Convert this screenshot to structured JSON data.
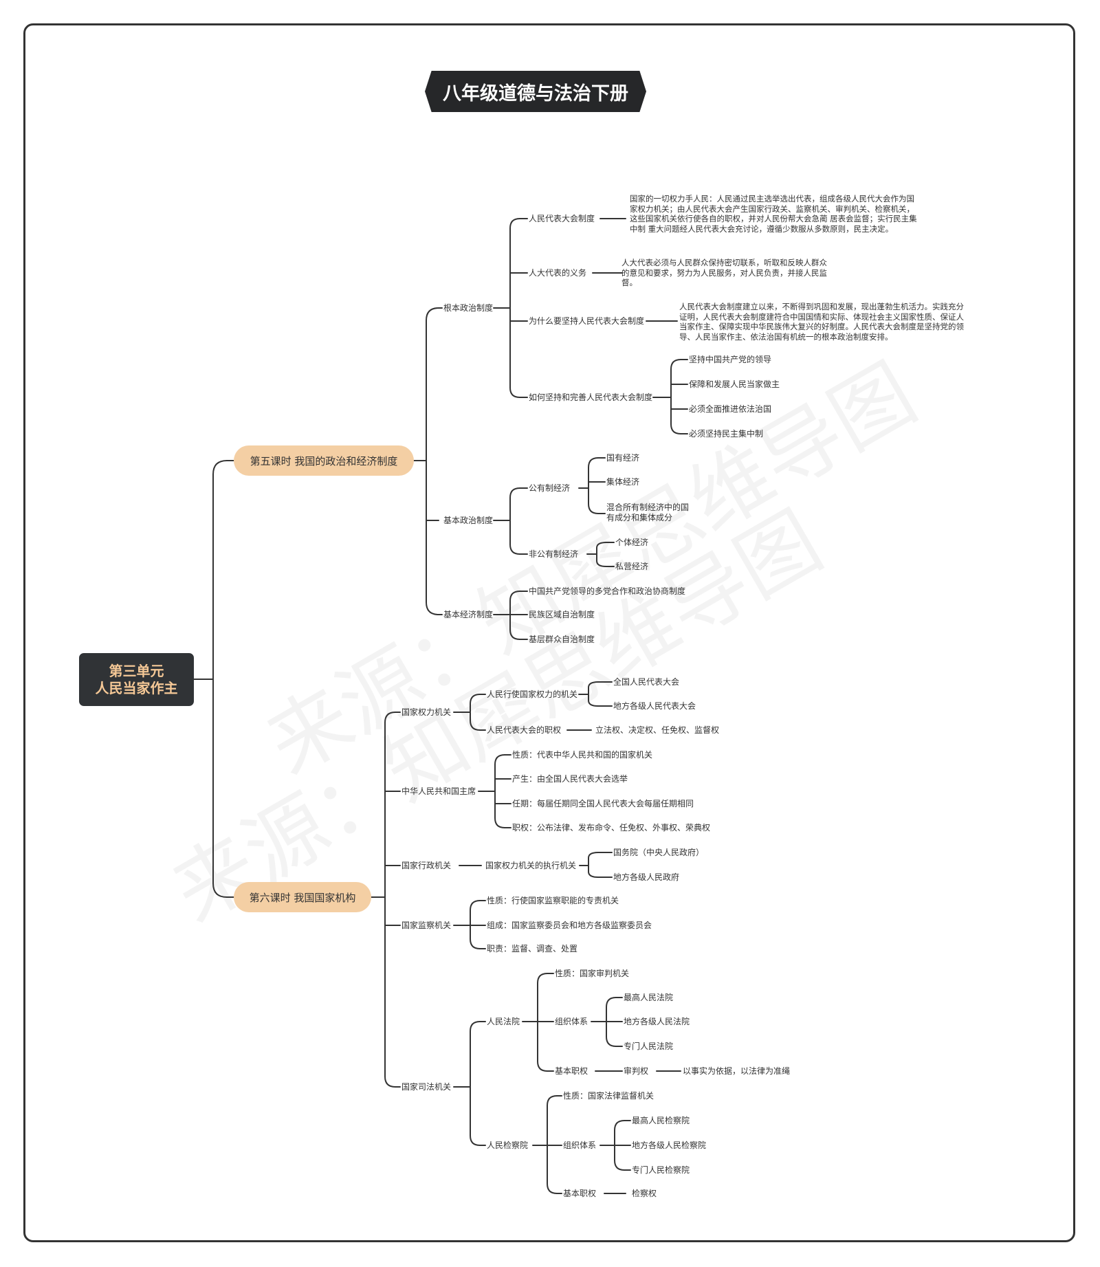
{
  "title": "八年级道德与法治下册",
  "watermark": "来源：知犀思维导图",
  "root": {
    "line1": "第三单元",
    "line2": "人民当家作主"
  },
  "lesson5": {
    "label": "第五课时 我国的政治和经济制度",
    "fundamental": {
      "label": "根本政治制度",
      "npc_system": {
        "label": "人民代表大会制度",
        "text": "国家的一切权力手人民：人民通过民主选举选出代表，组成各级人民代大会作为国家权力机关；由人民代表大会产生国家行政关、监察机关、审判机关、检察机关，这些国家机关依行使各自的职权，并对人民份帮大会急蔺 居表会监督；实行民主集中制 重大问题经人民代表大会充讨论，遵循少数服从多数原则，民主决定。"
      },
      "deputy_duty": {
        "label": "人大代表的义务",
        "text": "人大代表必须与人民群众保持密切联系，听取和反映人群众的意见和要求，努力为人民服务，对人民负责，并接人民监督。"
      },
      "why": {
        "label": "为什么要坚持人民代表大会制度",
        "text": "人民代表大会制度建立以来，不断得到巩固和发展，现出蓬勃生机活力。实践充分证明，人民代表大会制度建符合中国国情和实际、体现社会主义国家性质、保证人当家作主、保障实现中华民族伟大复兴的好制度。人民代表大会制度是坚持党的领导、人民当家作主、依法治国有机统一的根本政治制度安排。"
      },
      "how": {
        "label": "如何坚持和完善人民代表大会制度",
        "items": [
          "坚持中国共产党的领导",
          "保障和发展人民当家做主",
          "必须全面推进依法治国",
          "必须坚持民主集中制"
        ]
      }
    },
    "basic_political": {
      "label": "基本政治制度",
      "public": {
        "label": "公有制经济",
        "items": [
          "国有经济",
          "集体经济",
          "混合所有制经济中的国",
          "有成分和集体成分"
        ]
      },
      "nonpublic": {
        "label": "非公有制经济",
        "items": [
          "个体经济",
          "私营经济"
        ]
      }
    },
    "basic_economic": {
      "label": "基本经济制度",
      "items": [
        "中国共产党领导的多党合作和政治协商制度",
        "民族区域自治制度",
        "基层群众自治制度"
      ]
    }
  },
  "lesson6": {
    "label": "第六课时 我国国家机构",
    "power": {
      "label": "国家权力机关",
      "exec": {
        "label": "人民行使国家权力的机关",
        "items": [
          "全国人民代表大会",
          "地方各级人民代表大会"
        ]
      },
      "duty": {
        "label": "人民代表大会的职权",
        "value": "立法权、决定权、任免权、监督权"
      }
    },
    "president": {
      "label": "中华人民共和国主席",
      "items": [
        "性质：代表中华人民共和国的国家机关",
        "产生：由全国人民代表大会选举",
        "任期：每届任期同全国人民代表大会每届任期相同",
        "职权：公布法律、发布命令、任免权、外事权、荣典权"
      ]
    },
    "admin": {
      "label": "国家行政机关",
      "sub": {
        "label": "国家权力机关的执行机关",
        "items": [
          "国务院（中央人民政府）",
          "地方各级人民政府"
        ]
      }
    },
    "supervision": {
      "label": "国家监察机关",
      "items": [
        "性质：行使国家监察职能的专责机关",
        "组成：国家监察委员会和地方各级监察委员会",
        "职责：监督、调查、处置"
      ]
    },
    "judicial": {
      "label": "国家司法机关",
      "court": {
        "label": "人民法院",
        "nature": "性质：国家审判机关",
        "org": {
          "label": "组织体系",
          "items": [
            "最高人民法院",
            "地方各级人民法院",
            "专门人民法院"
          ]
        },
        "duty": {
          "label": "基本职权",
          "power": "审判权",
          "principle": "以事实为依据，以法律为准绳"
        }
      },
      "procuratorate": {
        "label": "人民检察院",
        "nature": "性质：国家法律监督机关",
        "org": {
          "label": "组织体系",
          "items": [
            "最高人民检察院",
            "地方各级人民检察院",
            "专门人民检察院"
          ]
        },
        "duty": {
          "label": "基本职权",
          "power": "检察权"
        }
      }
    }
  }
}
